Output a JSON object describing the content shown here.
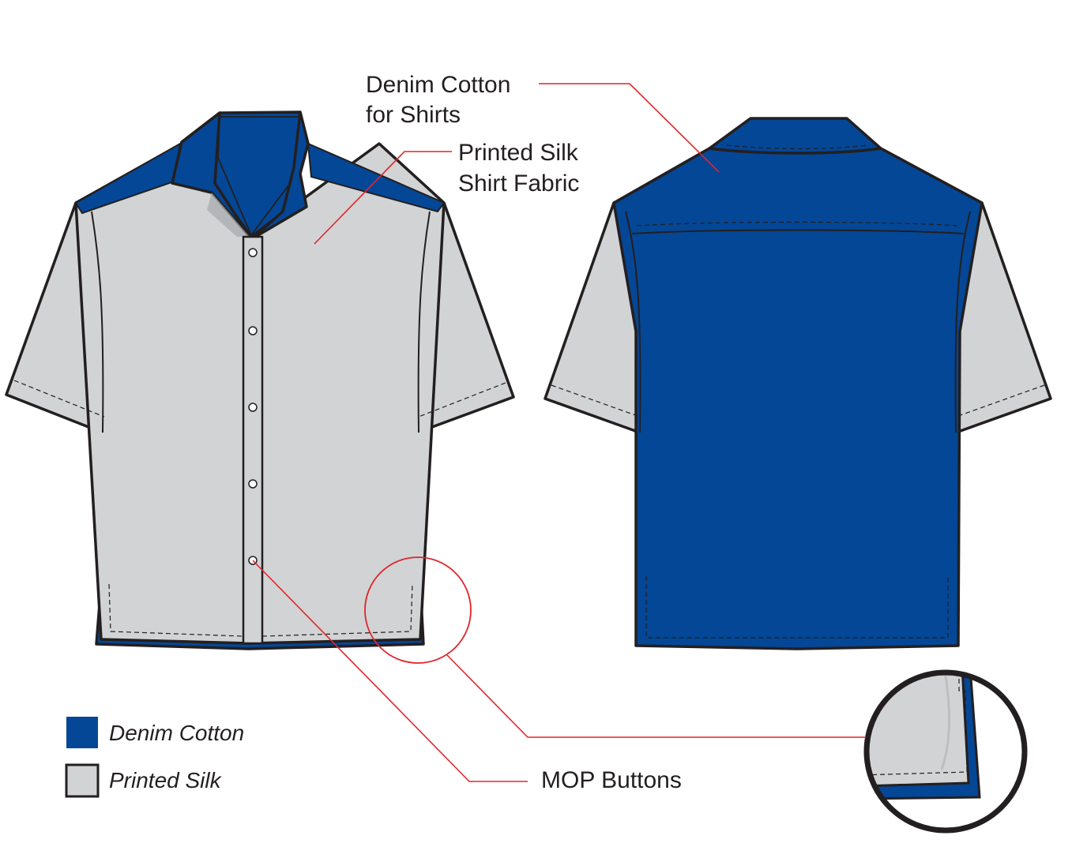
{
  "colors": {
    "denim": "#044796",
    "silk": "#d1d3d4",
    "outline": "#231f20",
    "leader": "#e0252b"
  },
  "callouts": {
    "denim_cotton": [
      "Denim Cotton",
      "for Shirts"
    ],
    "printed_silk": [
      "Printed Silk",
      "Shirt Fabric"
    ],
    "mop_buttons": "MOP Buttons"
  },
  "legend": [
    {
      "label": "Denim Cotton",
      "swatch": "denim"
    },
    {
      "label": "Printed Silk",
      "swatch": "silk"
    }
  ]
}
